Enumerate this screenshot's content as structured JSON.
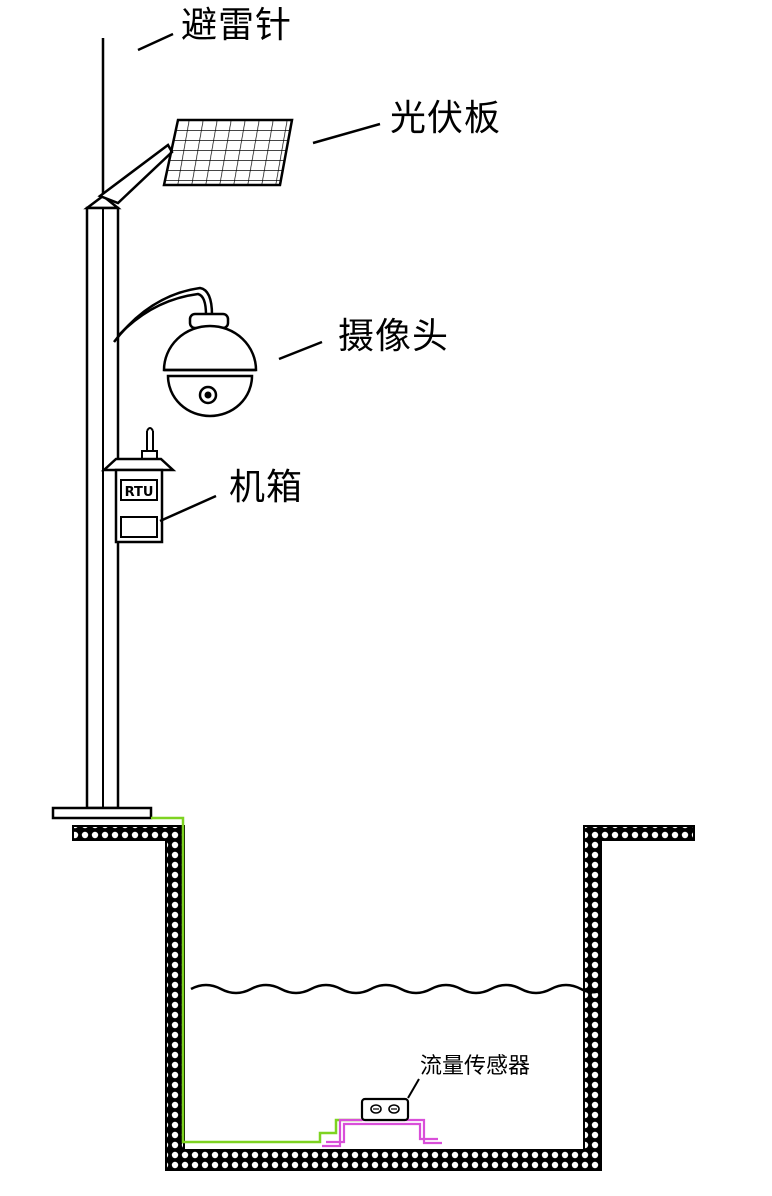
{
  "labels": {
    "lightning_rod": "避雷针",
    "solar_panel": "光伏板",
    "camera": "摄像头",
    "enclosure": "机箱",
    "flow_sensor": "流量传感器"
  },
  "rtu_text": "RTU",
  "colors": {
    "line": "#000000",
    "cable": "#7ed321",
    "sensor_mount": "#d94fd9",
    "background": "#ffffff"
  }
}
